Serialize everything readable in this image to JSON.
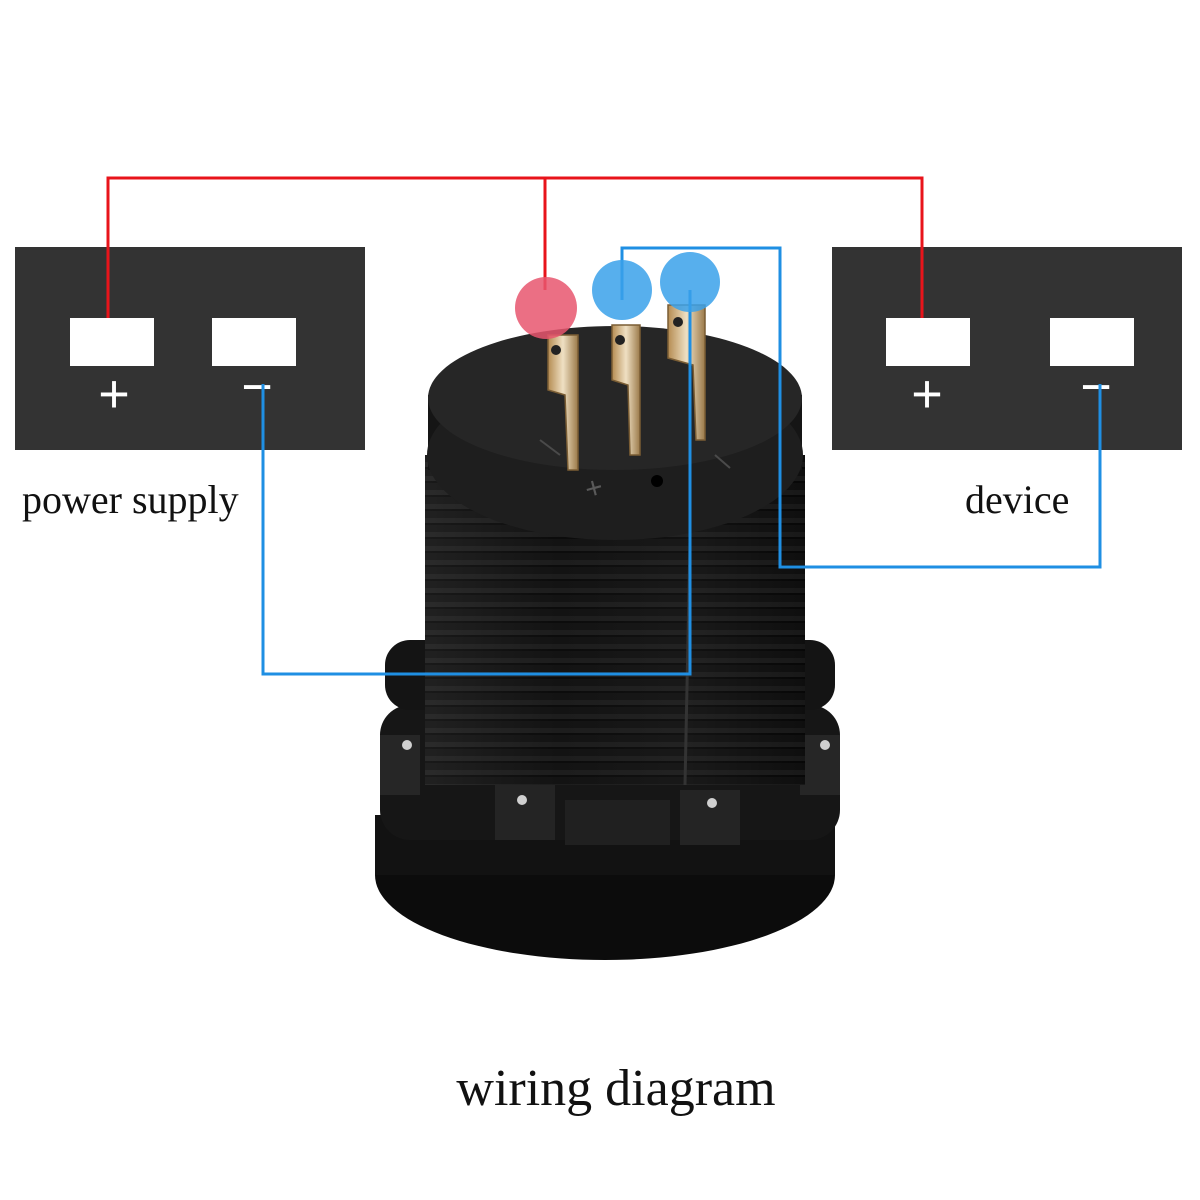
{
  "diagram": {
    "title": "wiring diagram",
    "power_supply": {
      "label": "power supply",
      "plus_sign": "+",
      "minus_sign": "−"
    },
    "device": {
      "label": "device",
      "plus_sign": "+",
      "minus_sign": "−"
    },
    "socket": {
      "terminal_mark": "+"
    }
  },
  "colors": {
    "positive_wire": "#e8141b",
    "negative_wire": "#1f8fe3",
    "positive_dot": "#e8566f",
    "negative_dot": "#3aa1ea",
    "box": "#333333",
    "socket_body": "#1a1a1a"
  }
}
